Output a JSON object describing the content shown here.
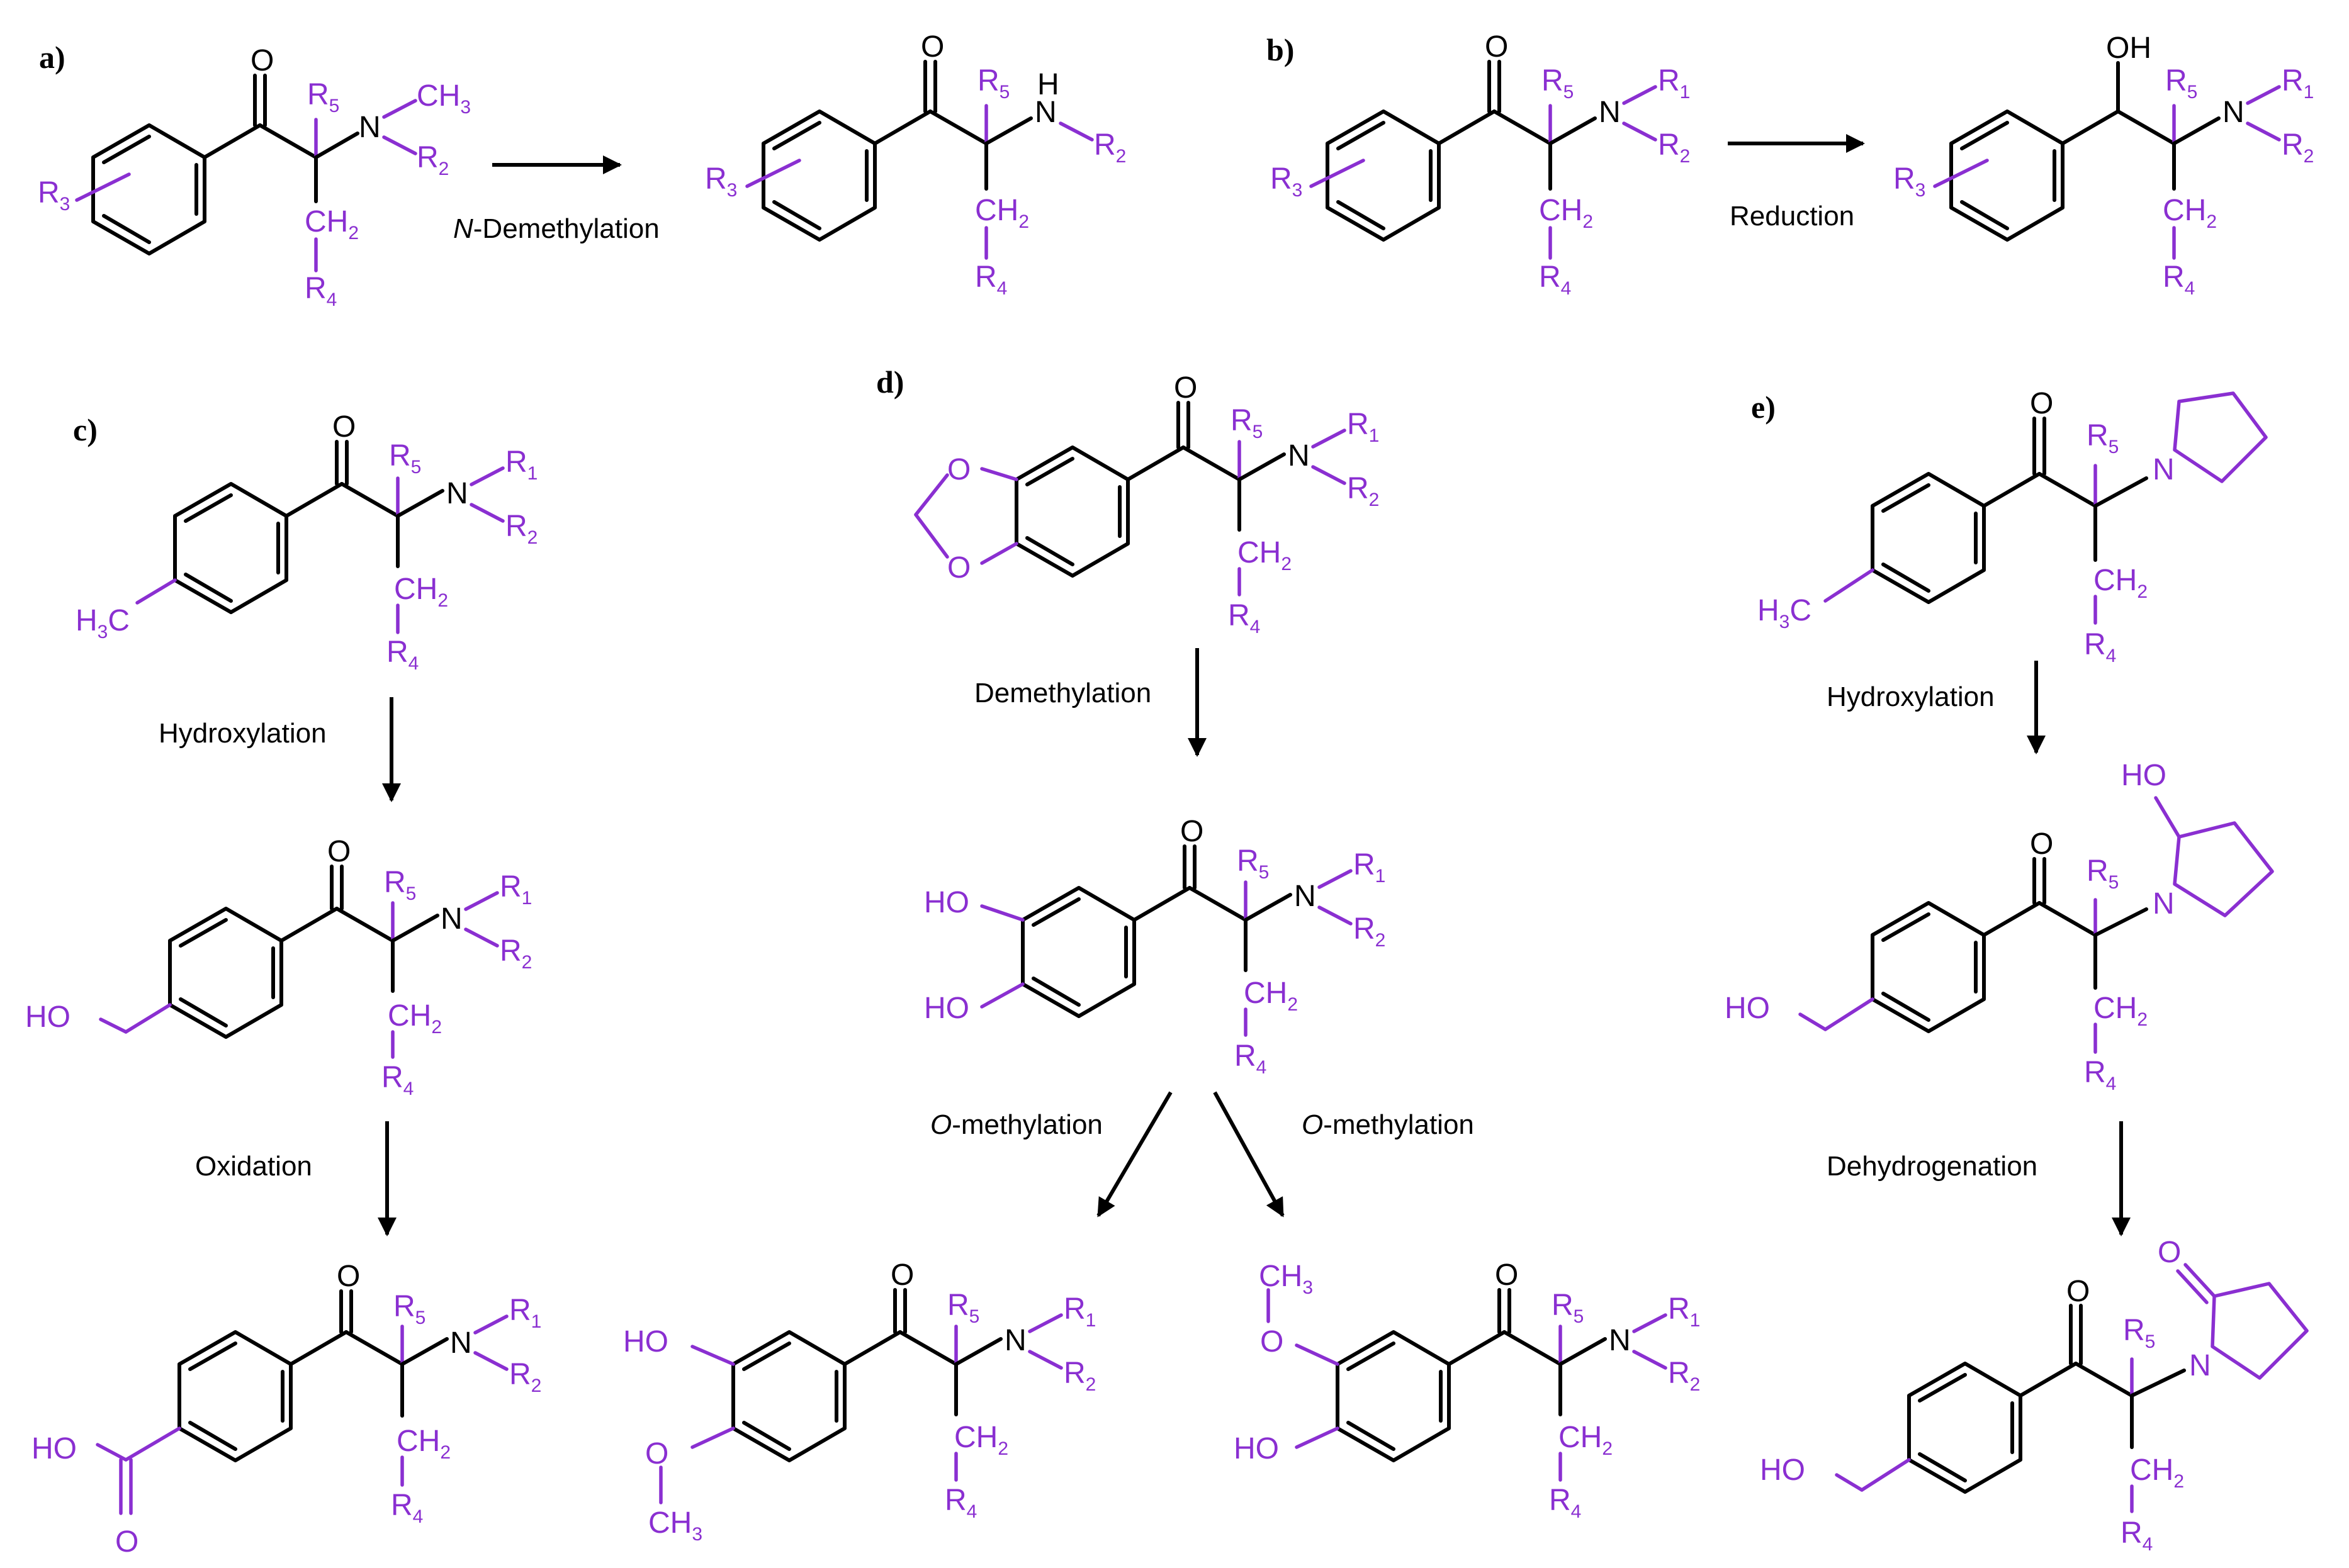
{
  "colors": {
    "substituent": "#8a2fd1",
    "skeleton": "#000000",
    "background": "#ffffff"
  },
  "panels": {
    "a": {
      "label": "a)",
      "arrow_label_italic": "N",
      "arrow_label_rest": "-Demethylation"
    },
    "b": {
      "label": "b)",
      "arrow_label": "Reduction"
    },
    "c": {
      "label": "c)",
      "step1_label": "Hydroxylation",
      "step2_label": "Oxidation"
    },
    "d": {
      "label": "d)",
      "step1_label": "Demethylation",
      "step2_left_italic": "O",
      "step2_left_rest": "-methylation",
      "step2_right_italic": "O",
      "step2_right_rest": "-methylation"
    },
    "e": {
      "label": "e)",
      "step1_label": "Hydroxylation",
      "step2_label": "Dehydrogenation"
    }
  },
  "atoms": {
    "O": "O",
    "N": "N",
    "OH": "OH",
    "HO": "HO",
    "H": "H",
    "C": "C",
    "CH": "CH",
    "H3": "3",
    "H2": "2",
    "R": "R",
    "s1": "1",
    "s2": "2",
    "s3": "3",
    "s4": "4",
    "s5": "5",
    "CH3_main": "CH",
    "H3C_main": "H",
    "H3C_c": "C"
  }
}
